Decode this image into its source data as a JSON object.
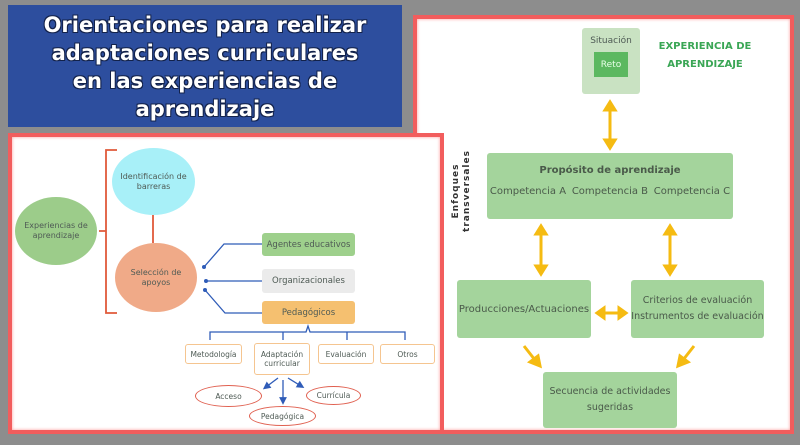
{
  "title": [
    "Orientaciones para realizar",
    "adaptaciones curriculares",
    "en las experiencias de",
    "aprendizaje"
  ],
  "right": {
    "situacion": "Situación",
    "reto": "Reto",
    "heading": [
      "EXPERIENCIA DE",
      "APRENDIZAJE"
    ],
    "enfoques": [
      "Enfoques",
      "transversales"
    ],
    "proposito": "Propósito de aprendizaje",
    "competencias": [
      "Competencia A",
      "Competencia B",
      "Competencia C"
    ],
    "producciones": "Producciones/Actuaciones",
    "criterios": [
      "Criterios de evaluación",
      "Instrumentos de evaluación"
    ],
    "secuencia": [
      "Secuencia  de  actividades",
      "sugeridas"
    ]
  },
  "left": {
    "experiencias": "Experiencias de aprendizaje",
    "identificacion": "Identificación de barreras",
    "seleccion": "Selección de apoyos",
    "agentes": "Agentes educativos",
    "organizacionales": "Organizacionales",
    "pedagogicos": "Pedagógicos",
    "sub": [
      "Metodología",
      "Adaptación curricular",
      "Evaluación",
      "Otros"
    ],
    "tipos": [
      "Acceso",
      "Currícula",
      "Pedagógica"
    ]
  },
  "colors": {
    "accent_red": "#f25d5d",
    "green": "#a4d49c",
    "arrow": "#f5bb12",
    "blue": "#2f5cb8"
  }
}
